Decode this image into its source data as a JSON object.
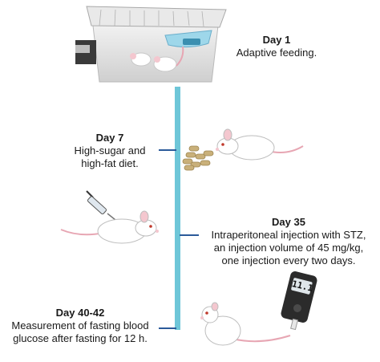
{
  "timeline_color": "#6ec6d8",
  "tick_color": "#2b5a9a",
  "steps": [
    {
      "day": "Day 1",
      "lines": [
        "Adaptive feeding."
      ]
    },
    {
      "day": "Day 7",
      "lines": [
        "High-sugar and",
        "high-fat diet."
      ]
    },
    {
      "day": "Day 35",
      "lines": [
        "Intraperitoneal injection with STZ,",
        "an injection volume of 45 mg/kg,",
        "one injection every two days."
      ]
    },
    {
      "day": "Day 40-42",
      "lines": [
        "Measurement of fasting blood",
        "glucose after fasting for 12 h."
      ]
    }
  ],
  "glucometer": {
    "reading": "11.1"
  },
  "icons": [
    "cage-icon",
    "rat-icon",
    "food-pellets-icon",
    "syringe-icon",
    "glucometer-icon"
  ]
}
